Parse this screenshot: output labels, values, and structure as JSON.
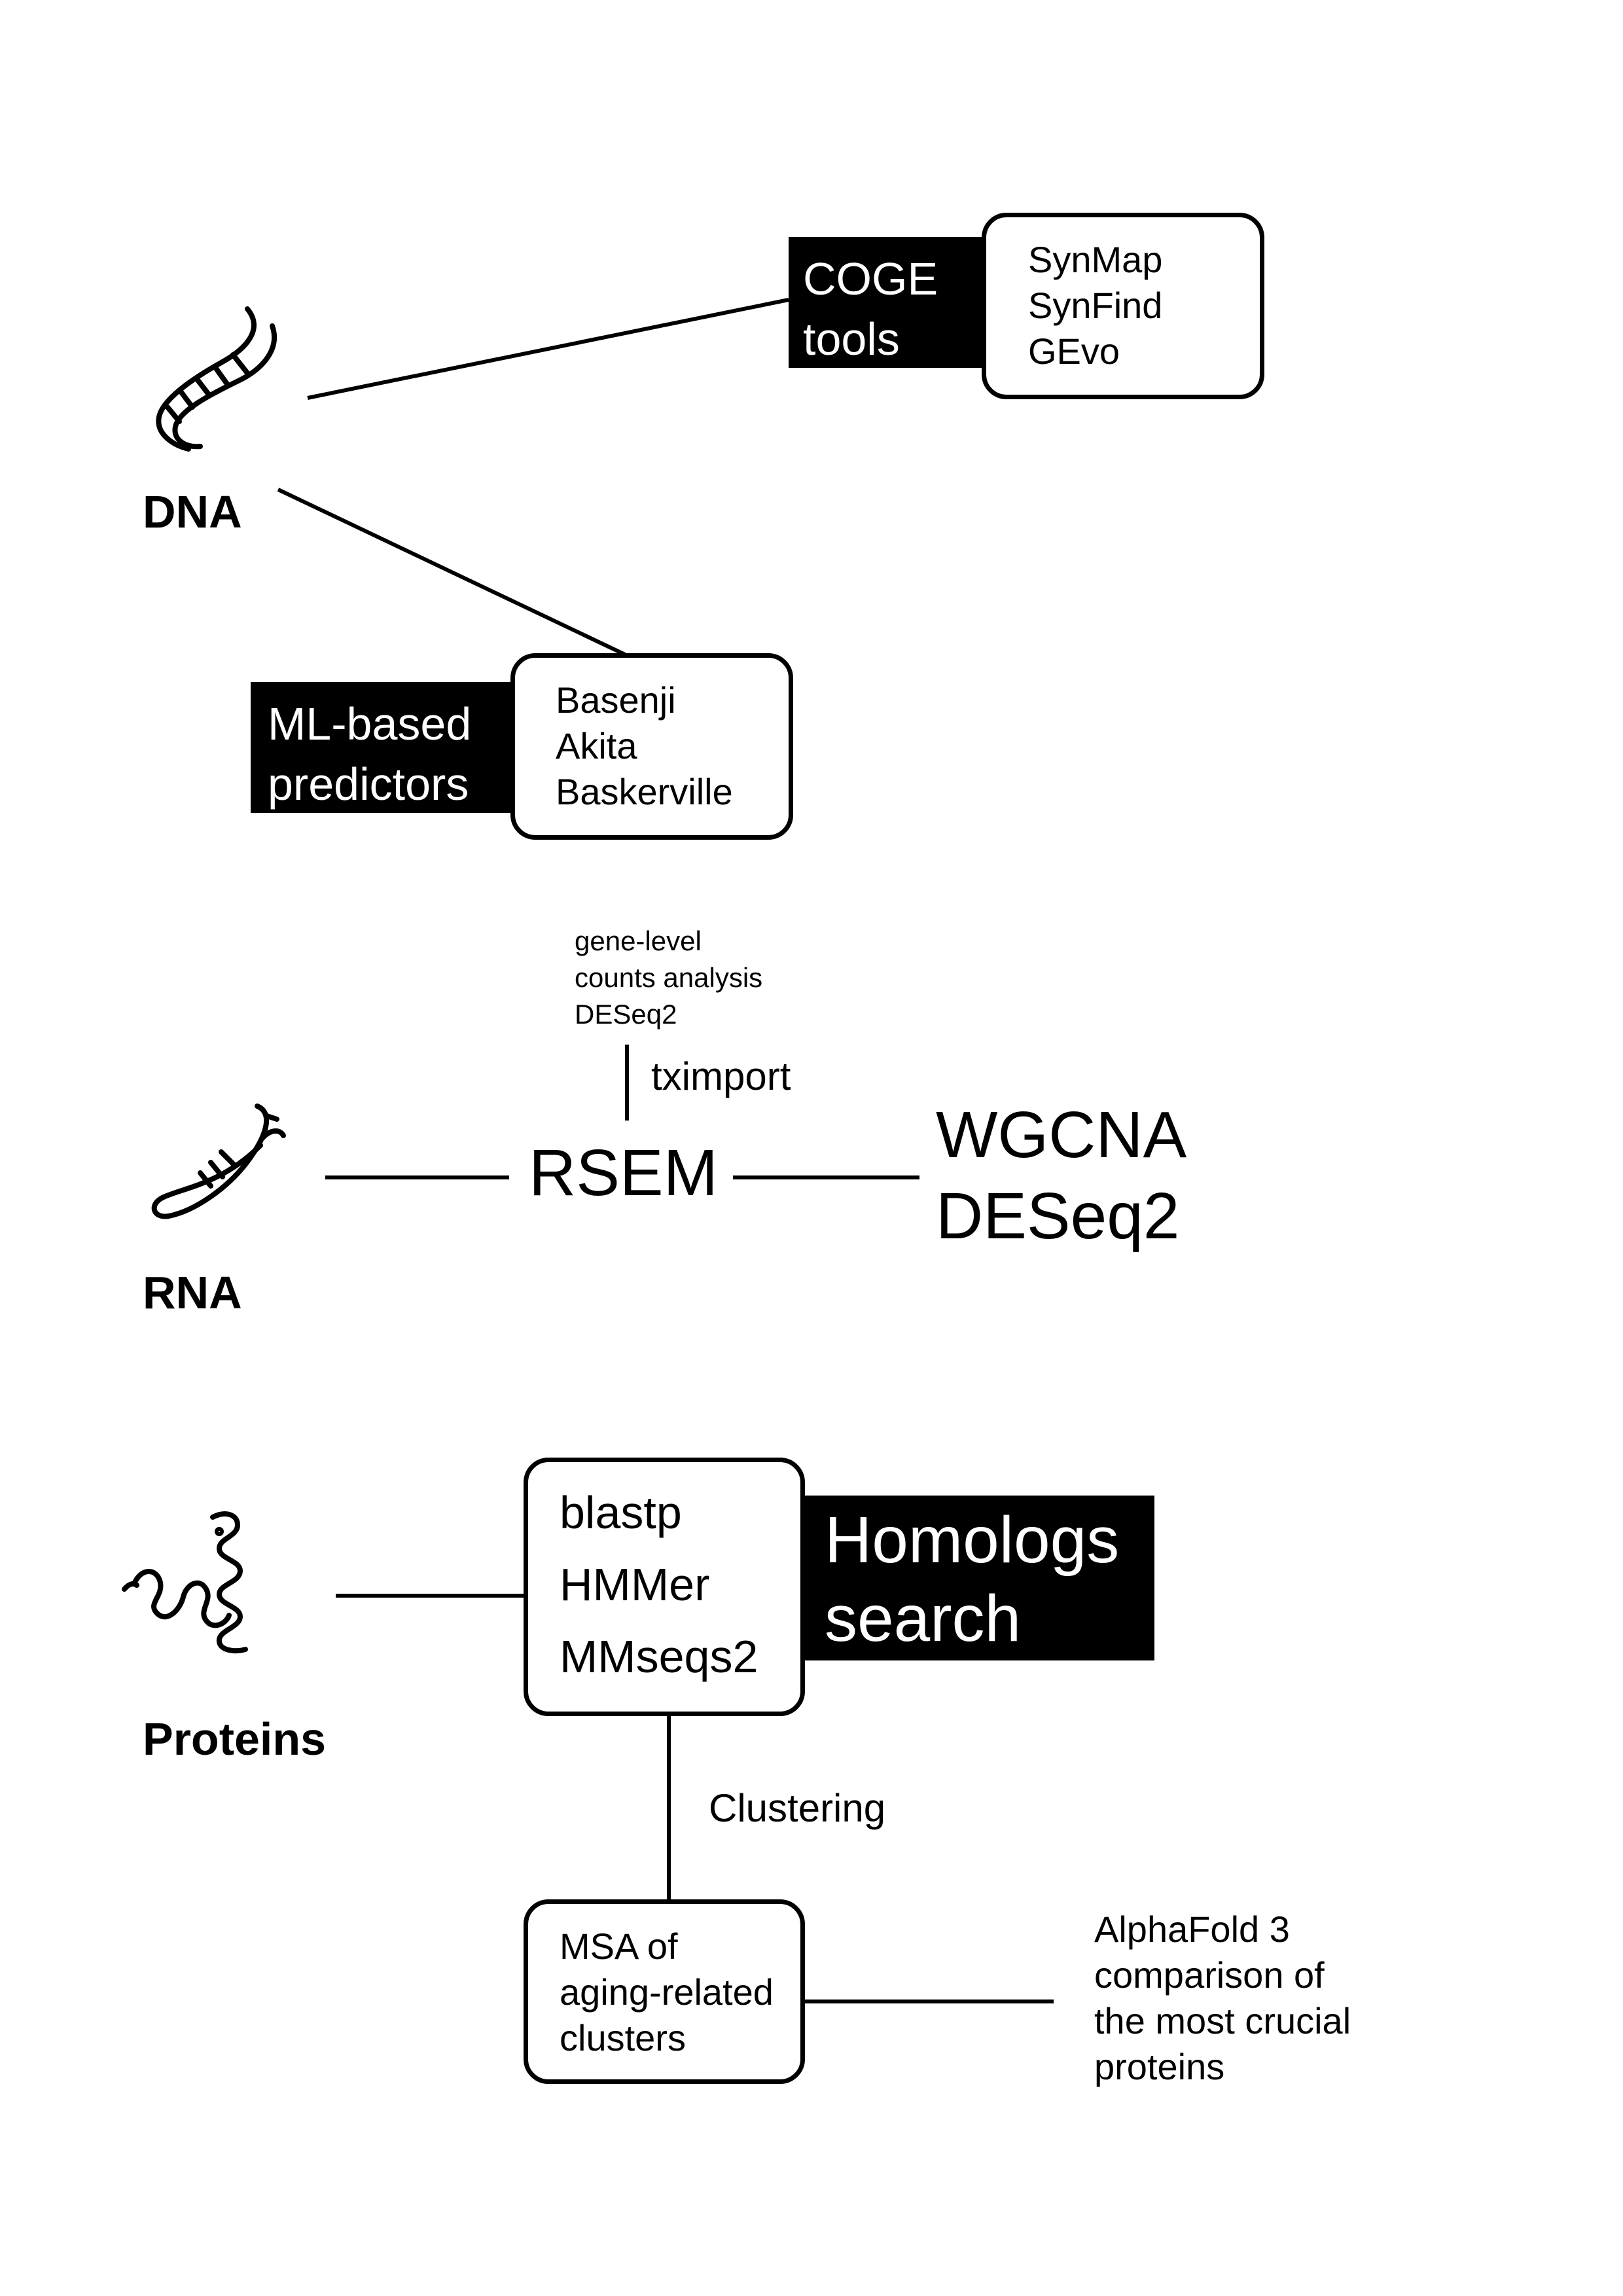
{
  "colors": {
    "ink": "#000000",
    "paper": "#ffffff"
  },
  "dna": {
    "label": "DNA",
    "icon": "dna-double-helix-icon",
    "coge": {
      "tag_lines": [
        "COGE",
        "tools"
      ],
      "tools": [
        "SynMap",
        "SynFind",
        "GEvo"
      ]
    },
    "ml": {
      "tag_lines": [
        "ML-based",
        "predictors"
      ],
      "tools": [
        "Basenji",
        "Akita",
        "Baskerville"
      ]
    }
  },
  "rna": {
    "label": "RNA",
    "icon": "rna-strand-icon",
    "hub": "RSEM",
    "upstream_note": [
      "gene-level",
      "counts analysis",
      "DESeq2"
    ],
    "connector_label": "tximport",
    "outputs": [
      "WGCNA",
      "DESeq2"
    ]
  },
  "proteins": {
    "label": "Proteins",
    "icon": "protein-helix-icon",
    "search_tools": [
      "blastp",
      "HMMer",
      "MMseqs2"
    ],
    "search_tag_lines": [
      "Homologs",
      "search"
    ],
    "clustering_label": "Clustering",
    "msa_lines": [
      "MSA of",
      "aging-related",
      "clusters"
    ],
    "alphafold_lines": [
      "AlphaFold 3",
      "comparison of",
      "the most crucial",
      "proteins"
    ]
  }
}
